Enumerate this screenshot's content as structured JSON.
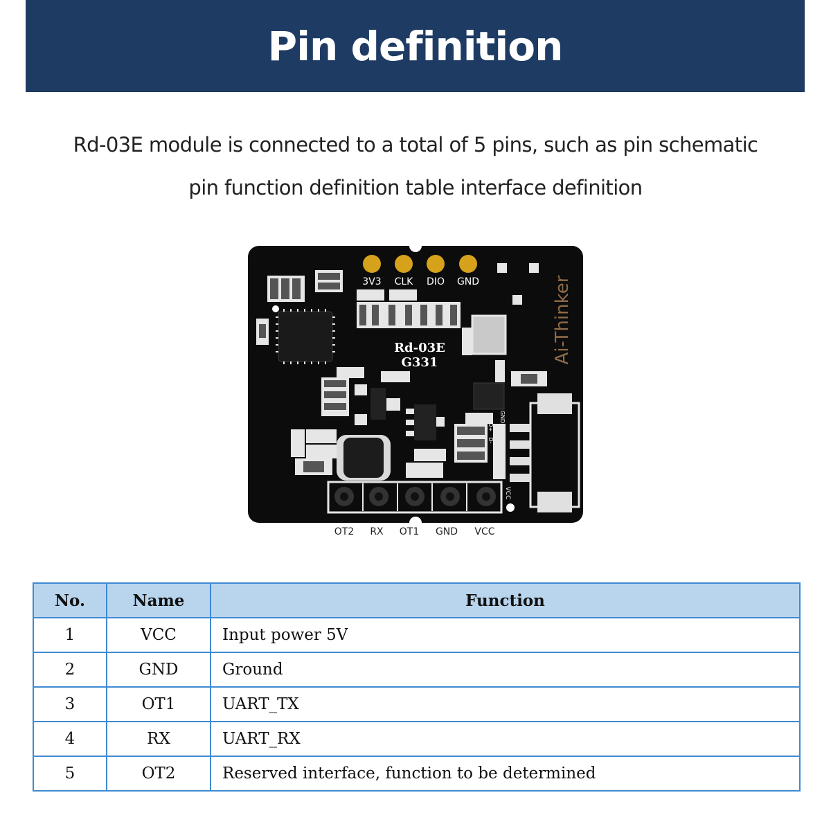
{
  "header": {
    "title": "Pin definition"
  },
  "intro": {
    "line1": "Rd-03E module is connected to a total of 5 pins, such as pin schematic",
    "line2": "pin function definition table interface definition"
  },
  "board": {
    "brand": "Ai-Thinker",
    "model": "Rd-03E",
    "code": "G331",
    "top_pins": [
      "3V3",
      "CLK",
      "DIO",
      "GND"
    ],
    "bottom_pins": [
      "OT2",
      "RX",
      "OT1",
      "GND",
      "VCC"
    ],
    "side_labels": [
      "GND",
      "D+",
      "D-"
    ],
    "vcc_silk": "VCC",
    "colors": {
      "pcb": "#0c0c0c",
      "gold_pad": "#d6a21c",
      "banner": "#1e3b63",
      "table_border": "#3f8ad2",
      "table_header": "#b9d5ee"
    }
  },
  "table": {
    "headers": [
      "No.",
      "Name",
      "Function"
    ],
    "rows": [
      {
        "no": "1",
        "name": "VCC",
        "function": "Input power 5V"
      },
      {
        "no": "2",
        "name": "GND",
        "function": "Ground"
      },
      {
        "no": "3",
        "name": "OT1",
        "function": "UART_TX"
      },
      {
        "no": "4",
        "name": "RX",
        "function": "UART_RX"
      },
      {
        "no": "5",
        "name": "OT2",
        "function": "Reserved interface, function to be determined"
      }
    ]
  }
}
